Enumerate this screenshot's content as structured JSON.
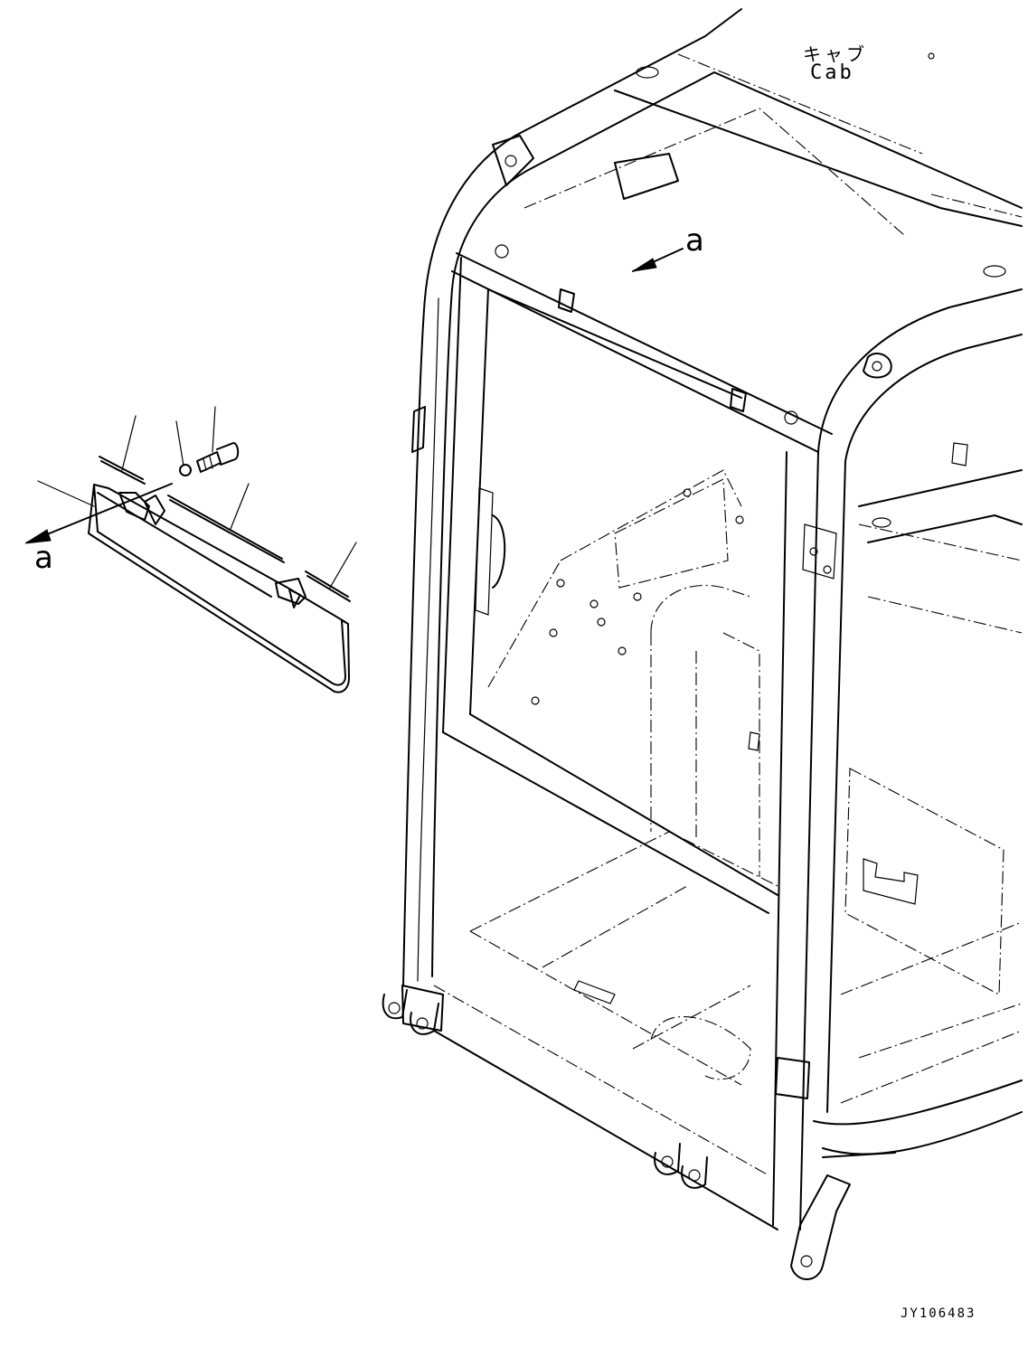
{
  "labels": {
    "title_jp": "キャブ",
    "title_en": "Cab",
    "view_marker_top": "a",
    "view_marker_left": "a",
    "drawing_number": "JY106483"
  }
}
